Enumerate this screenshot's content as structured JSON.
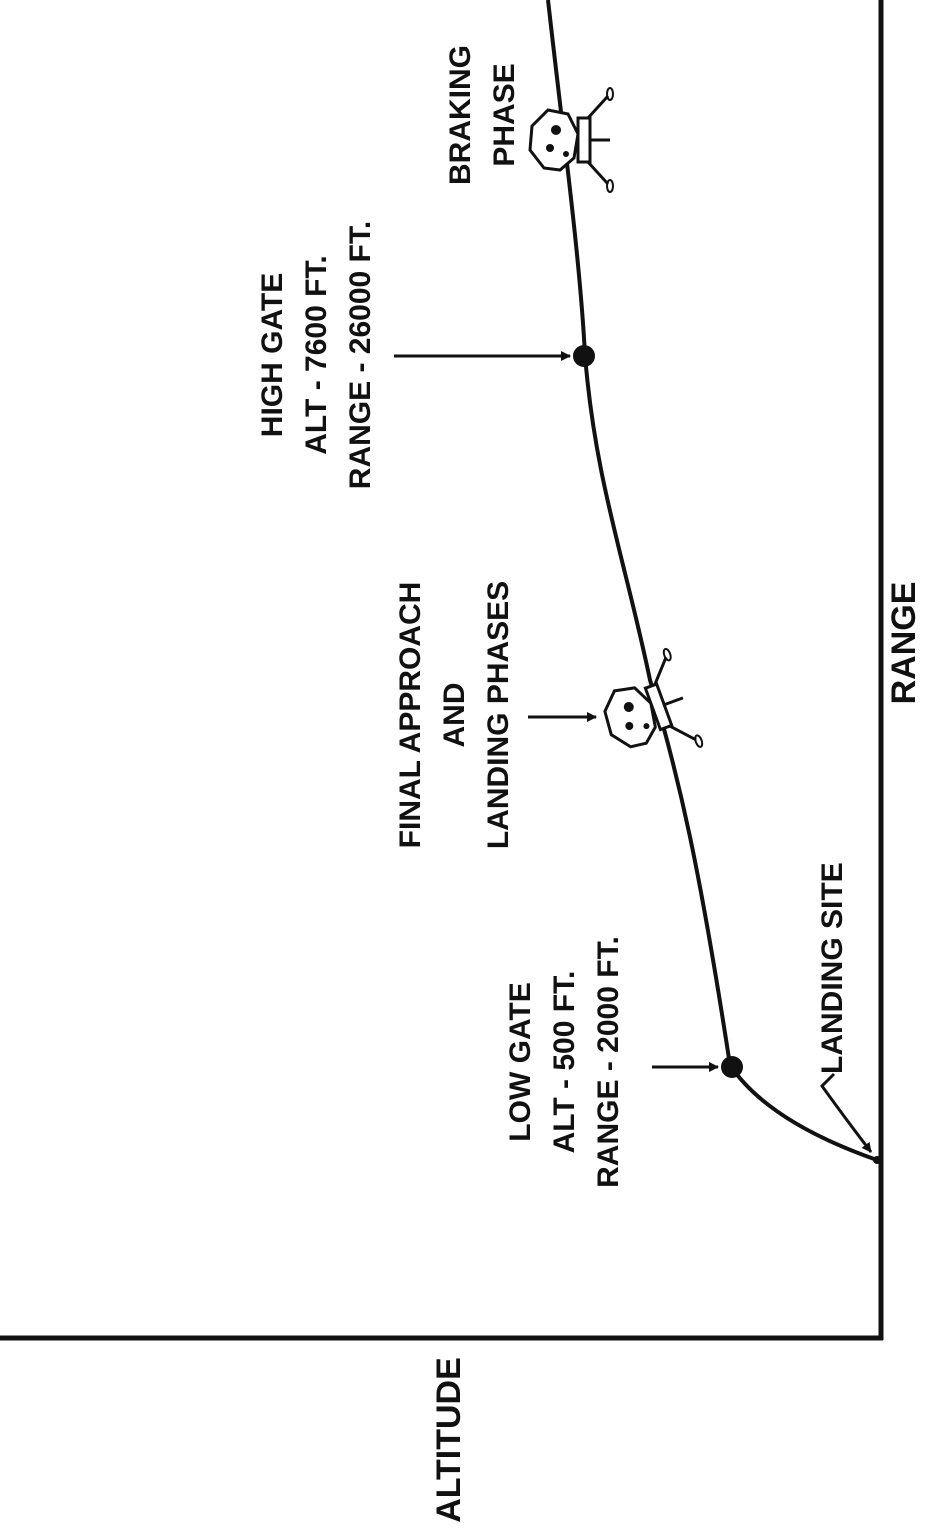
{
  "axes": {
    "x_label": "ALTITUDE",
    "y_label": "RANGE"
  },
  "markers": {
    "high_gate": {
      "title": "HIGH GATE",
      "alt": "ALT - 7600 FT.",
      "range": "RANGE - 26000 FT."
    },
    "low_gate": {
      "title": "LOW GATE",
      "alt": "ALT - 500 FT.",
      "range": "RANGE - 2000 FT."
    }
  },
  "phases": {
    "braking": {
      "line1": "BRAKING",
      "line2": "PHASE"
    },
    "final": {
      "line1": "FINAL APPROACH",
      "line2": "AND",
      "line3": "LANDING PHASES"
    }
  },
  "landing_site": "LANDING SITE",
  "colors": {
    "ink": "#111111",
    "background": "#ffffff"
  }
}
